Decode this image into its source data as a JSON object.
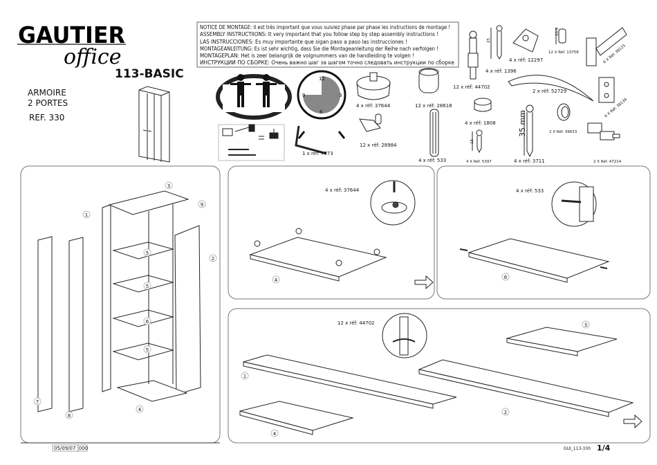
{
  "brand": {
    "name": "GAUTIER",
    "sub": "office"
  },
  "model": "113-BASIC",
  "product": {
    "line1": "ARMOIRE",
    "line2": "2 PORTES",
    "ref": "REF. 330"
  },
  "notice": [
    "NOTICE DE MONTAGE: Il est très important que vous suiviez phase par phase les instructions de montage !",
    "ASSEMBLY INSTRUCTIIONS: It very important that you follow step by step assembly instructions !",
    "LAS INSTRUCCIONES: Es muy importante que sigan paso a paso las instrucciones !",
    "MONTAGEANLEITUNG: Es ist sehr wichtig, dass Sie die Montageanleitung der Reihe nach verfolgen !",
    "MONTAGEPLAN: Het is zeer belangrijk de volgnummers van de handleiding te volgen !",
    "ИНСТРУКЦИИ ПО СБОРКЕ: Очень важно шаг за шагом точно следовать инструкции по сборке"
  ],
  "clock": {
    "n12": "12",
    "n3": "3",
    "n6": "6",
    "n9": "9"
  },
  "hardware": [
    {
      "label": "4 x réf: 37644"
    },
    {
      "label": "12 x réf: 28618"
    },
    {
      "label": "12 x réf: 28984"
    },
    {
      "label": "1 x réf: 7773"
    },
    {
      "label": "4 x réf: 533"
    },
    {
      "label": "12 x réf: 44702"
    },
    {
      "label": "4 x réf: 1396"
    },
    {
      "label": "4 x réf: 12297"
    },
    {
      "label": "12 X Réf. 13758"
    },
    {
      "label": "6 X Réf. 38125"
    },
    {
      "label": "2 x réf: 52729"
    },
    {
      "label": "6 X Réf. 38134"
    },
    {
      "label": "4 x réf: 1808"
    },
    {
      "label": "4 X Réf. 5397"
    },
    {
      "label": "4 x réf: 3711"
    },
    {
      "label": "2 X Réf. 39633"
    },
    {
      "label": "2 X Réf. 47214"
    }
  ],
  "dimensions": {
    "d25": "25",
    "d105": "10.5",
    "d15": "15",
    "d35": "35 mm"
  },
  "steps": {
    "step2_label": "4 x réf: 37644",
    "step3_label": "4 x réf: 533",
    "step4_label": "12 x réf: 44702"
  },
  "parts": [
    "1",
    "2",
    "3",
    "4",
    "5",
    "6",
    "7",
    "8",
    "9"
  ],
  "footer": {
    "date": "05/09/07",
    "code": "000",
    "doc": "GUI_113-330",
    "page": "1/4"
  }
}
